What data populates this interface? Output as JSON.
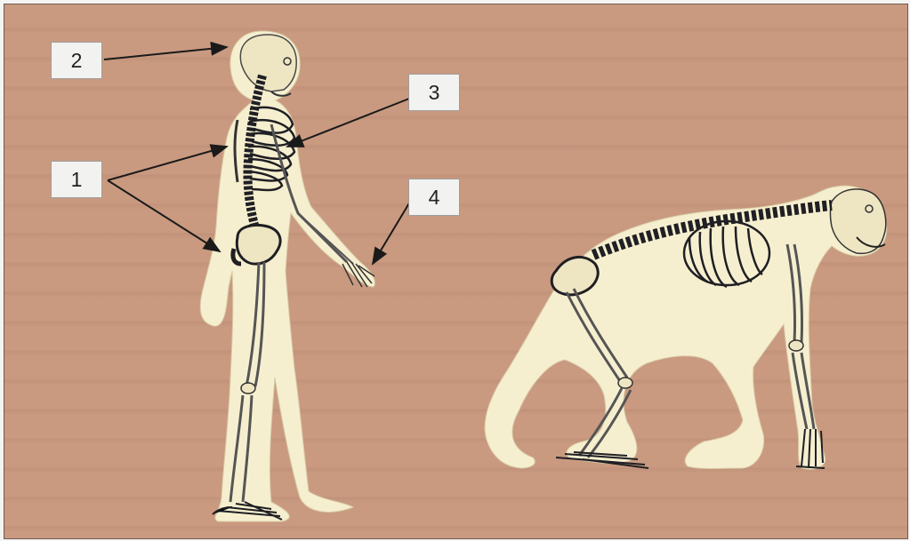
{
  "colors": {
    "background": "#c99a80",
    "body": "#f6efcf",
    "bone_dark": "#1f1f24",
    "arrow": "#1a1a1a",
    "label_box": "#f2f2f0"
  },
  "labels": [
    {
      "id": "label-1",
      "text": "1"
    },
    {
      "id": "label-2",
      "text": "2"
    },
    {
      "id": "label-3",
      "text": "3"
    },
    {
      "id": "label-4",
      "text": "4"
    }
  ]
}
